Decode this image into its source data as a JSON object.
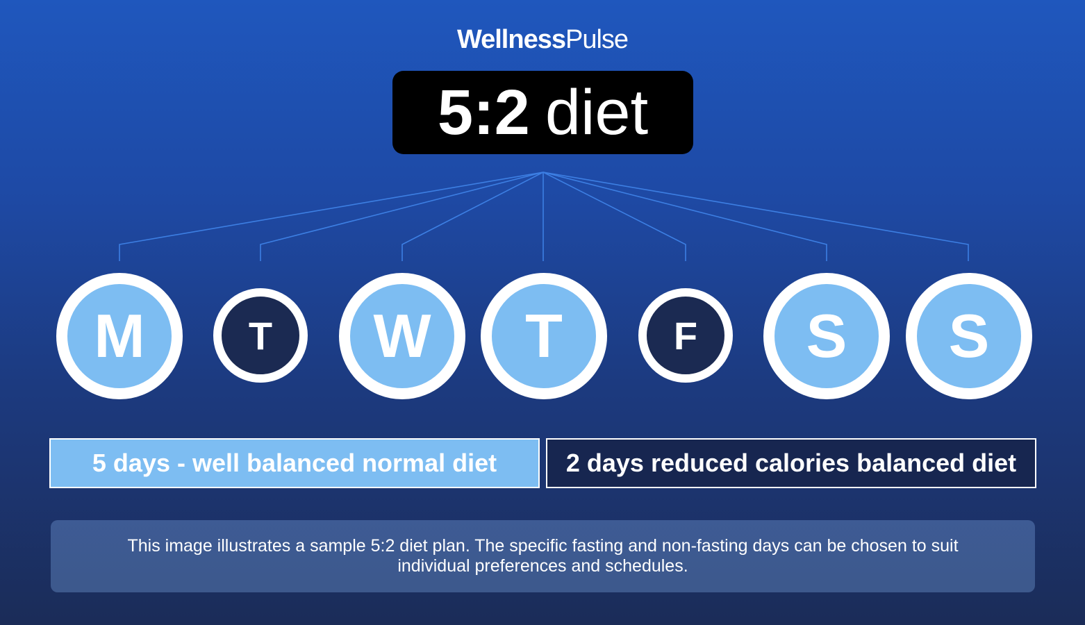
{
  "brand": {
    "logo_strong": "Wellness",
    "logo_light": "Pulse"
  },
  "title": {
    "strong": "5:2",
    "light": "diet"
  },
  "days": [
    {
      "letter": "M",
      "type": "normal"
    },
    {
      "letter": "T",
      "type": "fasting"
    },
    {
      "letter": "W",
      "type": "normal"
    },
    {
      "letter": "T",
      "type": "normal"
    },
    {
      "letter": "F",
      "type": "fasting"
    },
    {
      "letter": "S",
      "type": "normal"
    },
    {
      "letter": "S",
      "type": "normal"
    }
  ],
  "legend": {
    "normal": "5 days - well balanced normal diet",
    "fasting": "2 days reduced calories balanced diet"
  },
  "note": "This image illustrates a sample 5:2 diet plan. The specific fasting and non-fasting days can be chosen to suit individual preferences and schedules.",
  "colors": {
    "normal_day": "#7dbdf2",
    "fasting_day": "#1b2a52",
    "title_box": "#000000",
    "connector": "#3d7fe3"
  }
}
